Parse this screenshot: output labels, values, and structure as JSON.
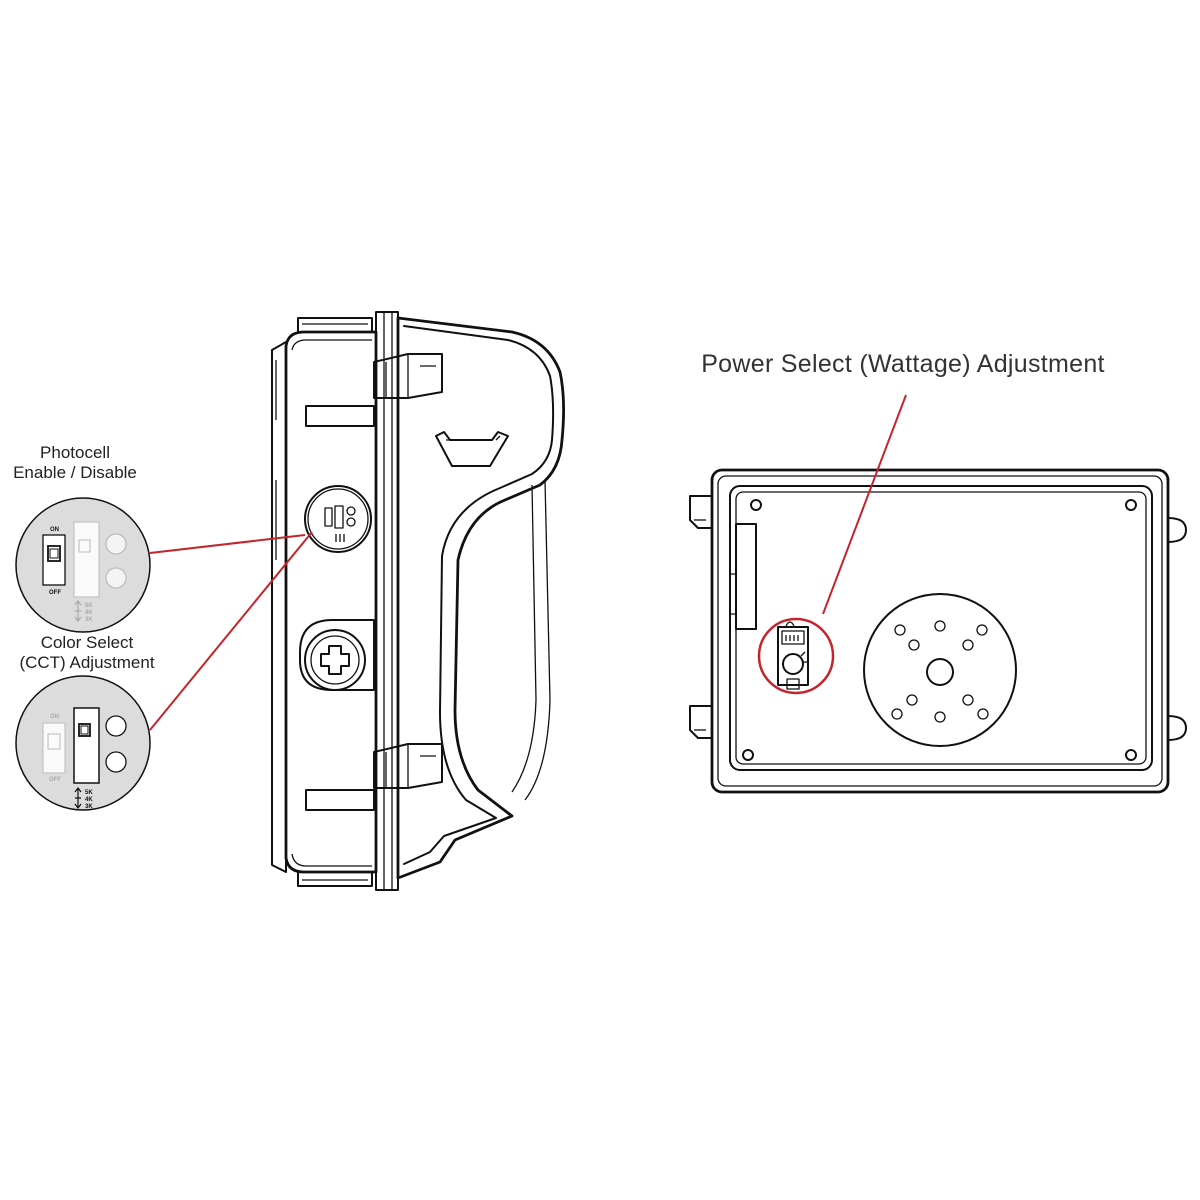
{
  "labels": {
    "photocell_line1": "Photocell",
    "photocell_line2": "Enable / Disable",
    "color_line1": "Color Select",
    "color_line2": "(CCT) Adjustment",
    "power": "Power Select (Wattage) Adjustment"
  },
  "switch_text": {
    "on": "ON",
    "off": "OFF",
    "cct_5k": "5K",
    "cct_4k": "4K",
    "cct_3k": "3K"
  },
  "colors": {
    "callout_red": "#c4252b",
    "inset_gray": "#dcdcdc",
    "line": "#111111"
  }
}
